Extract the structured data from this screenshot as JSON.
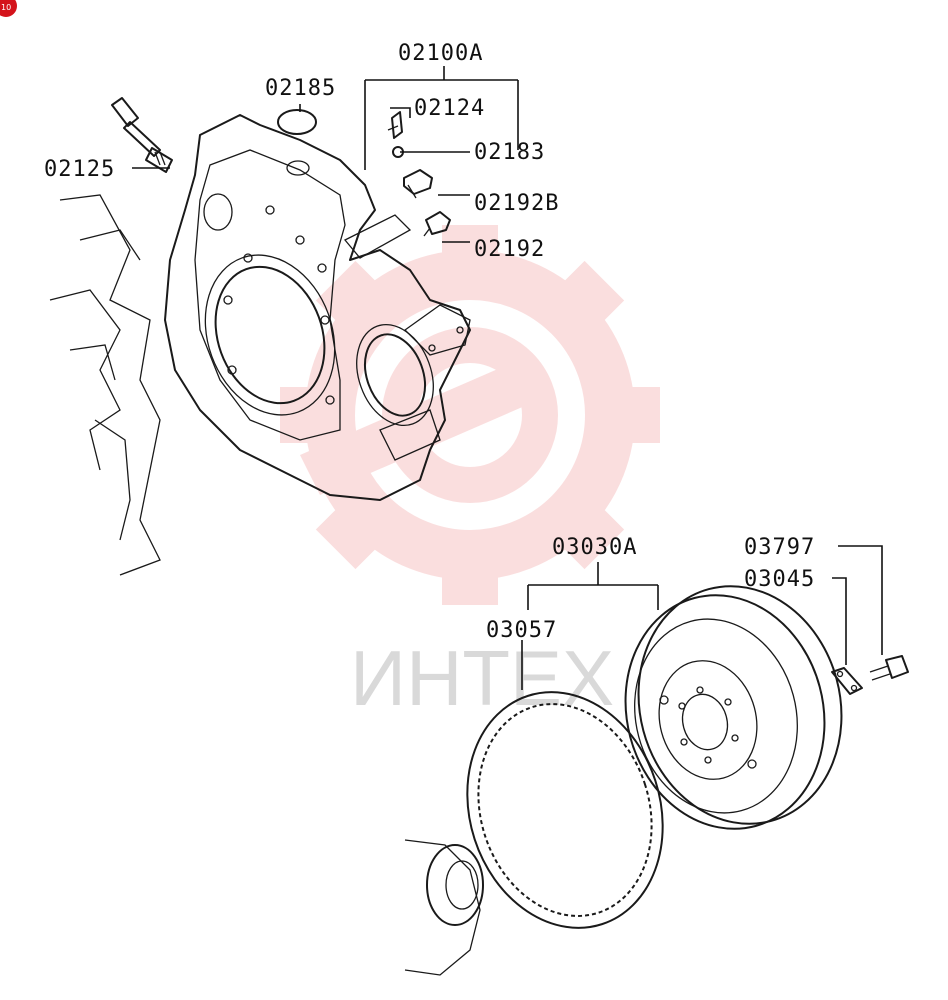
{
  "diagram": {
    "callouts": {
      "c02100A": "02100A",
      "c02185": "02185",
      "c02124": "02124",
      "c02183": "02183",
      "c02125": "02125",
      "c02192B": "02192B",
      "c02192": "02192",
      "c03030A": "03030A",
      "c03797": "03797",
      "c03045": "03045",
      "c03057": "03057"
    },
    "watermark": {
      "text": "ИНТЕХ",
      "color": "#e8a4a4"
    },
    "badge": {
      "text": "10",
      "color": "#d4131b"
    }
  }
}
